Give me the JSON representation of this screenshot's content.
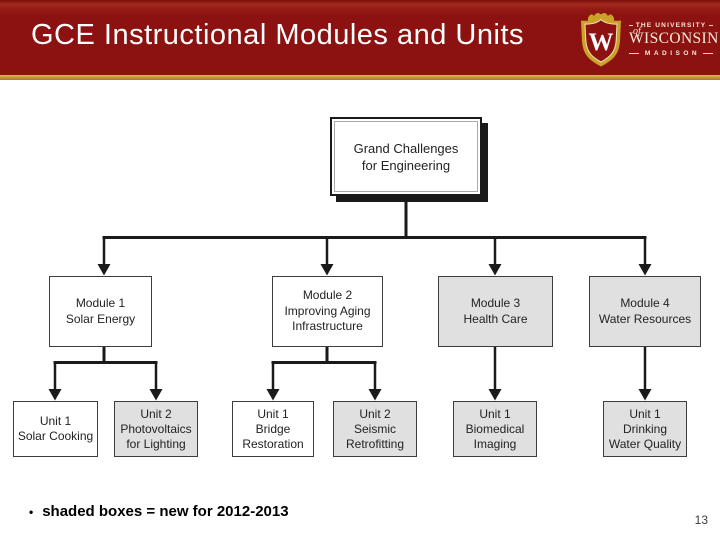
{
  "slide": {
    "title": "GCE Instructional Modules and Units",
    "footer_bullet": "•",
    "footer_note": "shaded boxes = new for 2012-2013",
    "page_number": "13"
  },
  "logo": {
    "crest_letter": "W",
    "line1": "THE UNIVERSITY",
    "line2": "of",
    "line3": "WISCONSIN",
    "line4": "MADISON"
  },
  "colors": {
    "header_red": "#8C1211",
    "gold_rule": "#C9983B",
    "shaded_box": "#E0E0E0",
    "white_box": "#FFFFFF",
    "box_border": "#3D3D3D",
    "connector": "#1A1A1A",
    "title_text": "#FFFFFF"
  },
  "diagram": {
    "legend_meaning": "shaded = new for 2012-2013",
    "root": {
      "lines": [
        "Grand Challenges",
        "for Engineering"
      ],
      "shaded": false
    },
    "modules": [
      {
        "lines": [
          "Module 1",
          "Solar Energy"
        ],
        "shaded": false
      },
      {
        "lines": [
          "Module 2",
          "Improving Aging",
          "Infrastructure"
        ],
        "shaded": false
      },
      {
        "lines": [
          "Module 3",
          "Health Care"
        ],
        "shaded": true
      },
      {
        "lines": [
          "Module 4",
          "Water Resources"
        ],
        "shaded": true
      }
    ],
    "units": [
      {
        "lines": [
          "Unit 1",
          "Solar Cooking"
        ],
        "shaded": false,
        "parent": "Module 1"
      },
      {
        "lines": [
          "Unit 2",
          "Photovoltaics",
          "for Lighting"
        ],
        "shaded": true,
        "parent": "Module 1"
      },
      {
        "lines": [
          "Unit 1",
          "Bridge",
          "Restoration"
        ],
        "shaded": false,
        "parent": "Module 2"
      },
      {
        "lines": [
          "Unit 2",
          "Seismic",
          "Retrofitting"
        ],
        "shaded": true,
        "parent": "Module 2"
      },
      {
        "lines": [
          "Unit 1",
          "Biomedical",
          "Imaging"
        ],
        "shaded": true,
        "parent": "Module 3"
      },
      {
        "lines": [
          "Unit 1",
          "Drinking",
          "Water Quality"
        ],
        "shaded": true,
        "parent": "Module 4"
      }
    ]
  }
}
